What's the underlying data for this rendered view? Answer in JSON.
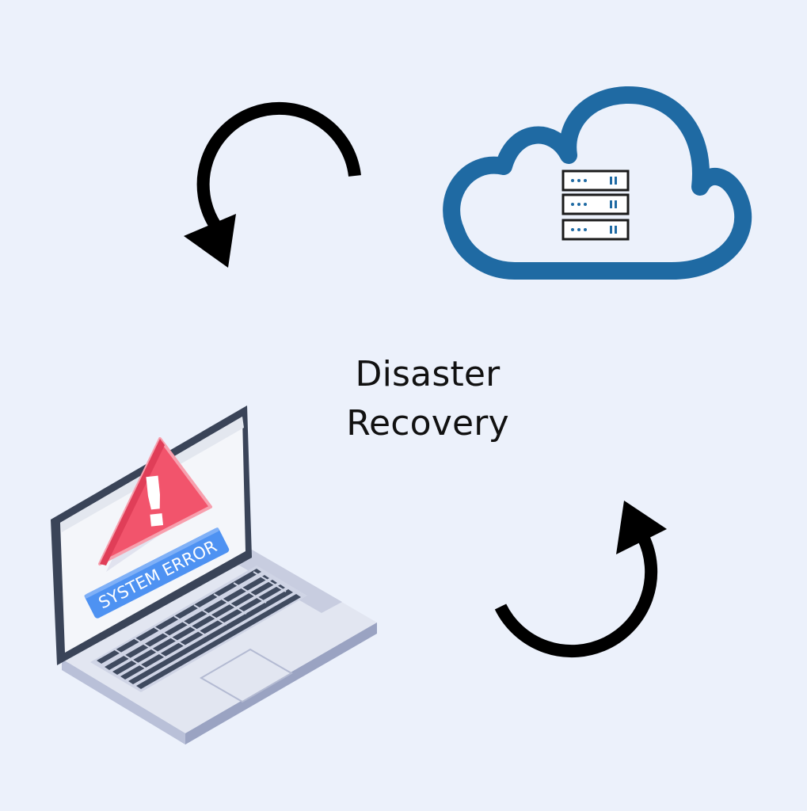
{
  "title": {
    "line1": "Disaster",
    "line2": "Recovery"
  },
  "laptop": {
    "error_label": "SYSTEM ERROR",
    "alert_symbol": "!"
  },
  "icons": {
    "cloud": "cloud-server-icon",
    "arrow_top": "curved-arrow-counterclockwise-icon",
    "arrow_bottom": "curved-arrow-clockwise-icon",
    "laptop": "laptop-error-icon"
  },
  "colors": {
    "background": "#ecf1fb",
    "cloud": "#1f6aa3",
    "arrow": "#000000",
    "alert_red": "#f2546c",
    "error_banner": "#4e92f2"
  }
}
